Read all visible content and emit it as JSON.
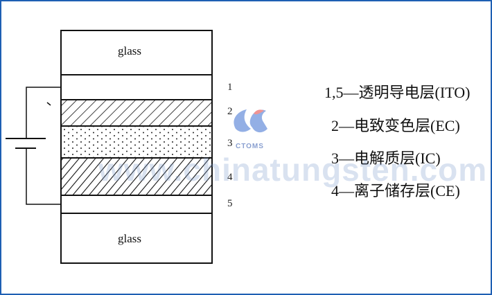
{
  "diagram": {
    "layers": [
      {
        "id": "glass-top",
        "label": "glass"
      },
      {
        "id": "ito-1",
        "number": "1"
      },
      {
        "id": "ec-layer",
        "number": "2"
      },
      {
        "id": "ic-layer",
        "number": "3"
      },
      {
        "id": "ce-layer",
        "number": "4"
      },
      {
        "id": "ito-5",
        "number": "5"
      },
      {
        "id": "glass-bottom",
        "label": "glass"
      }
    ],
    "legend": [
      "1,5—透明导电层(ITO)",
      "2—电致变色层(EC)",
      "3—电解质层(IC)",
      "4—离子储存层(CE)"
    ]
  },
  "watermark": {
    "text": "www.chinatungsten.com",
    "logo_text": "CTOMS"
  },
  "colors": {
    "frame": "#1e5fb3",
    "watermark": "#8aa3cc"
  }
}
